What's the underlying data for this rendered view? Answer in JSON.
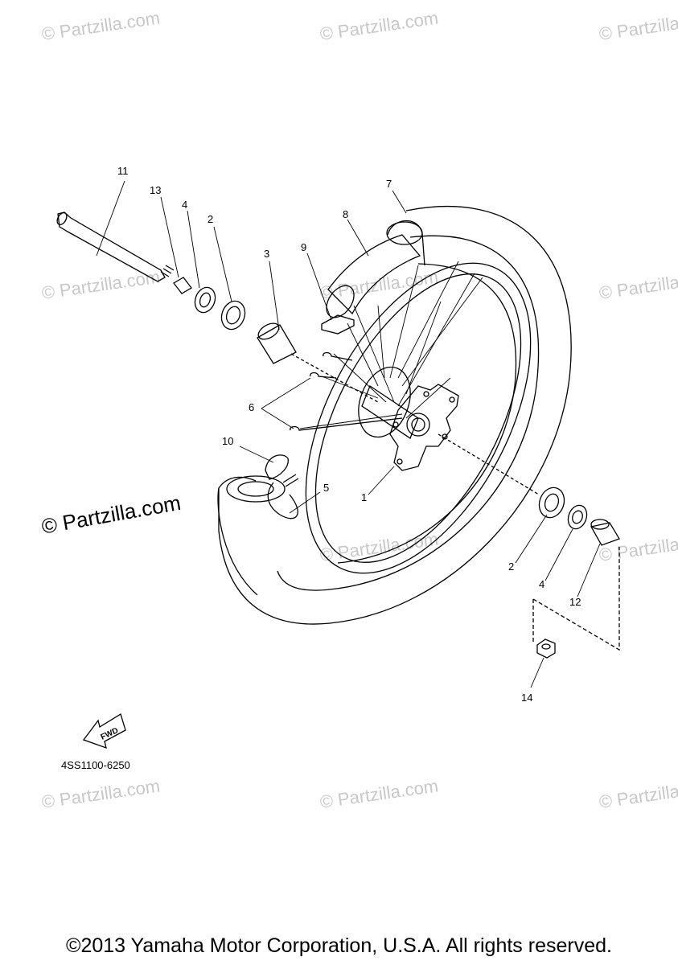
{
  "diagram": {
    "watermark_text": "© Partzilla.com",
    "copyright_badge": "© Partzilla.com",
    "diagram_code": "4SS1100-6250",
    "fwd_label": "FWD",
    "footer": "©2013 Yamaha Motor Corporation, U.S.A. All rights reserved.",
    "callouts": [
      {
        "id": "c11",
        "label": "11"
      },
      {
        "id": "c13",
        "label": "13"
      },
      {
        "id": "c4a",
        "label": "4"
      },
      {
        "id": "c2a",
        "label": "2"
      },
      {
        "id": "c3",
        "label": "3"
      },
      {
        "id": "c9",
        "label": "9"
      },
      {
        "id": "c8",
        "label": "8"
      },
      {
        "id": "c7",
        "label": "7"
      },
      {
        "id": "c6",
        "label": "6"
      },
      {
        "id": "c10",
        "label": "10"
      },
      {
        "id": "c5",
        "label": "5"
      },
      {
        "id": "c1",
        "label": "1"
      },
      {
        "id": "c2b",
        "label": "2"
      },
      {
        "id": "c4b",
        "label": "4"
      },
      {
        "id": "c12",
        "label": "12"
      },
      {
        "id": "c14",
        "label": "14"
      }
    ]
  }
}
